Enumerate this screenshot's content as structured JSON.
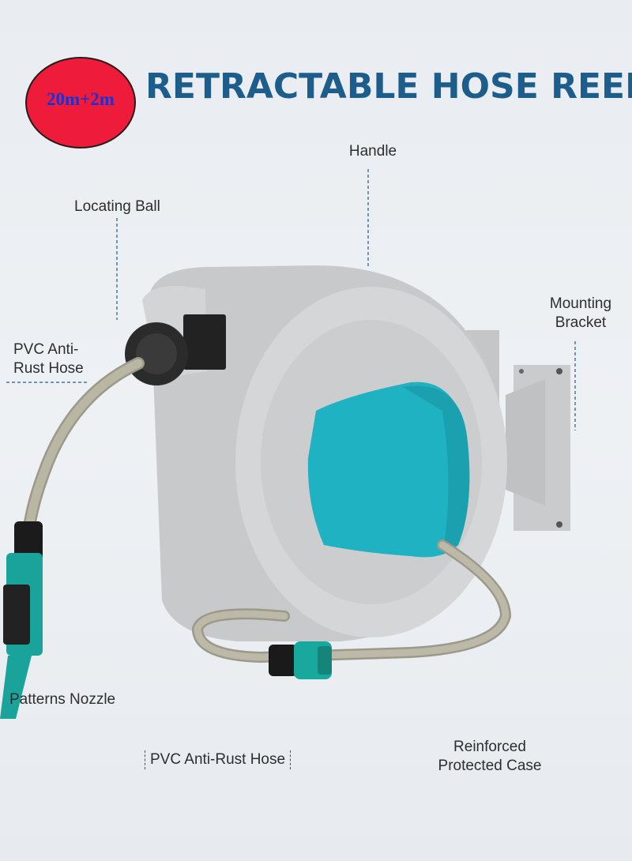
{
  "badge": {
    "text": "20m+2m"
  },
  "title": "RETRACTABLE HOSE REEL",
  "labels": {
    "handle": "Handle",
    "locating_ball": "Locating Ball",
    "pvc_hose_left_line1": "PVC Anti-",
    "pvc_hose_left_line2": "Rust Hose",
    "mounting_bracket_line1": "Mounting",
    "mounting_bracket_line2": "Bracket",
    "patterns_nozzle": "Patterns Nozzle",
    "pvc_hose_bottom": "PVC Anti-Rust Hose",
    "reinforced_line1": "Reinforced",
    "reinforced_line2": "Protected Case"
  },
  "colors": {
    "title": "#1d5d8c",
    "badge_fill": "#ee1c3a",
    "badge_text": "#1f2fd0",
    "reel_body": "#cfd1d2",
    "reel_window": "#1fb2c2",
    "hose": "#b7b3a0",
    "nozzle": "#1aa39a"
  }
}
